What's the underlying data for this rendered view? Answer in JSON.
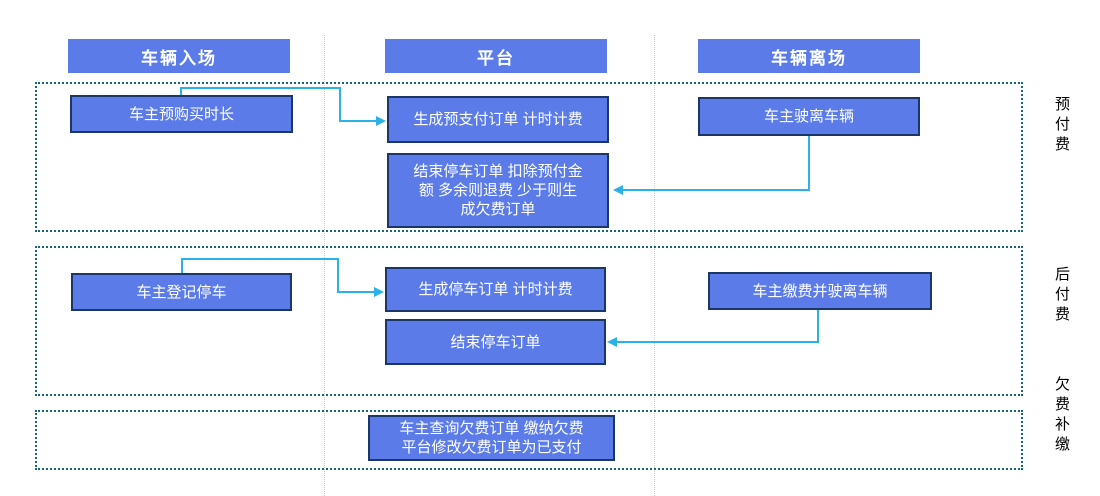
{
  "diagram": {
    "columns": [
      {
        "label": "车辆入场"
      },
      {
        "label": "平台"
      },
      {
        "label": "车辆离场"
      }
    ],
    "lanes": [
      {
        "label": "预付费"
      },
      {
        "label": "后付费"
      },
      {
        "label": "欠费补缴"
      }
    ],
    "nodes": [
      {
        "id": "prepay-owner-buy-duration",
        "column": "车辆入场",
        "lane": "预付费",
        "label": "车主预购买时长"
      },
      {
        "id": "prepay-create-order",
        "column": "平台",
        "lane": "预付费",
        "label": "生成预支付订单 计时计费"
      },
      {
        "id": "prepay-end-order",
        "column": "平台",
        "lane": "预付费",
        "label": "结束停车订单 扣除预付金\n额 多余则退费 少于则生\n成欠费订单"
      },
      {
        "id": "prepay-owner-leave",
        "column": "车辆离场",
        "lane": "预付费",
        "label": "车主驶离车辆"
      },
      {
        "id": "postpay-owner-register",
        "column": "车辆入场",
        "lane": "后付费",
        "label": "车主登记停车"
      },
      {
        "id": "postpay-create-order",
        "column": "平台",
        "lane": "后付费",
        "label": "生成停车订单 计时计费"
      },
      {
        "id": "postpay-end-order",
        "column": "平台",
        "lane": "后付费",
        "label": "结束停车订单"
      },
      {
        "id": "postpay-owner-pay-leave",
        "column": "车辆离场",
        "lane": "后付费",
        "label": "车主缴费并驶离车辆"
      },
      {
        "id": "arrears-query-and-pay",
        "column": "平台",
        "lane": "欠费补缴",
        "label": "车主查询欠费订单 缴纳欠费\n平台修改欠费订单为已支付"
      }
    ],
    "edges": [
      {
        "from": "车主预购买时长",
        "to": "生成预支付订单 计时计费"
      },
      {
        "from": "车主驶离车辆",
        "to": "结束停车订单 扣除预付金额 多余则退费 少于则生成欠费订单"
      },
      {
        "from": "车主登记停车",
        "to": "生成停车订单 计时计费"
      },
      {
        "from": "车主缴费并驶离车辆",
        "to": "结束停车订单"
      }
    ],
    "colors": {
      "header_fill": "#5b7ce8",
      "node_fill": "#5b7ce8",
      "node_border": "#1b3768",
      "arrow": "#29b1e8",
      "lane_border": "#156872",
      "divider": "#c9c9c9",
      "node_text": "#ffffff",
      "label_text": "#000000"
    }
  }
}
